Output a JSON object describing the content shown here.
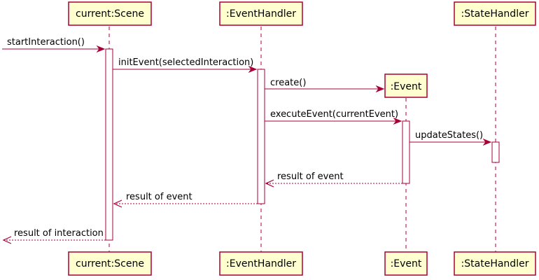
{
  "colors": {
    "participant_fill": "#FEFECE",
    "accent": "#A80036"
  },
  "participants": [
    {
      "id": "scene",
      "label": "current:Scene"
    },
    {
      "id": "handler",
      "label": ":EventHandler"
    },
    {
      "id": "event",
      "label": ":Event"
    },
    {
      "id": "state",
      "label": ":StateHandler"
    }
  ],
  "messages": [
    {
      "label": "startInteraction()",
      "from": "external",
      "to": "scene",
      "kind": "call"
    },
    {
      "label": "initEvent(selectedInteraction)",
      "from": "scene",
      "to": "handler",
      "kind": "call"
    },
    {
      "label": "create()",
      "from": "handler",
      "to": "event",
      "kind": "create"
    },
    {
      "label": "executeEvent(currentEvent)",
      "from": "handler",
      "to": "event",
      "kind": "call"
    },
    {
      "label": "updateStates()",
      "from": "event",
      "to": "state",
      "kind": "call"
    },
    {
      "label": "result of event",
      "from": "event",
      "to": "handler",
      "kind": "return"
    },
    {
      "label": "result of event",
      "from": "handler",
      "to": "scene",
      "kind": "return"
    },
    {
      "label": "result of interaction",
      "from": "scene",
      "to": "external",
      "kind": "return"
    }
  ]
}
